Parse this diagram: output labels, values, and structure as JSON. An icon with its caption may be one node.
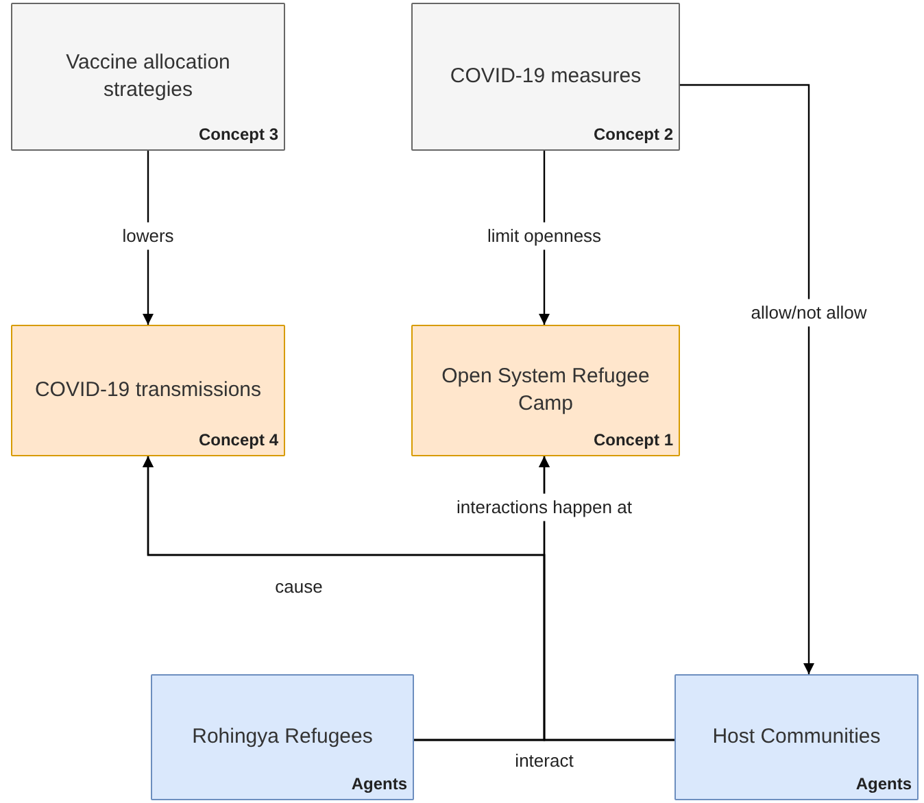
{
  "diagram": {
    "nodes": [
      {
        "text": [
          "Vaccine allocation strategies",
          "Concept 3"
        ]
      },
      {
        "text": [
          "COVID-19 measures",
          "Concept 2"
        ]
      },
      {
        "text": [
          "COVID-19 transmissions",
          "Concept 4"
        ]
      },
      {
        "text": [
          "Open System Refugee Camp",
          "Concept 1"
        ]
      },
      {
        "text": [
          "Rohingya Refugees",
          "Agents"
        ]
      },
      {
        "text": [
          "Host Communities",
          "Agents"
        ]
      }
    ],
    "edges": [
      {
        "from": 0,
        "to": 2,
        "arrow": "to",
        "label": "lowers"
      },
      {
        "from": 1,
        "to": 3,
        "arrow": "to",
        "label": "limit openness"
      },
      {
        "from": 1,
        "to": 5,
        "arrow": "to",
        "label": "allow/not allow"
      },
      {
        "from": 4,
        "to": 5,
        "arrow": "none",
        "label": "interact"
      },
      {
        "from": 4,
        "to": 3,
        "arrow": "to",
        "label": "interactions happen at"
      },
      {
        "from": 5,
        "to": 3,
        "arrow": "to"
      },
      {
        "from": 4,
        "to": 2,
        "arrow": "to",
        "label": "cause"
      },
      {
        "from": 5,
        "to": 2,
        "arrow": "to"
      }
    ]
  }
}
